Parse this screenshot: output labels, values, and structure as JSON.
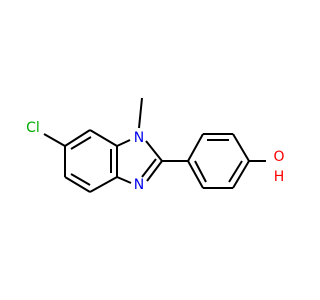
{
  "molecule": {
    "atoms": {
      "chlorine": {
        "symbol": "Cl",
        "color": "#00aa00"
      },
      "n1": {
        "symbol": "N",
        "color": "#0000ee"
      },
      "n3": {
        "symbol": "N",
        "color": "#0000ee"
      },
      "oxygen": {
        "symbol": "O",
        "color": "#ff0000"
      },
      "hydroxyl_h": {
        "symbol": "H",
        "color": "#ff0000"
      }
    },
    "bond_color": "#000000",
    "background": "#ffffff"
  }
}
